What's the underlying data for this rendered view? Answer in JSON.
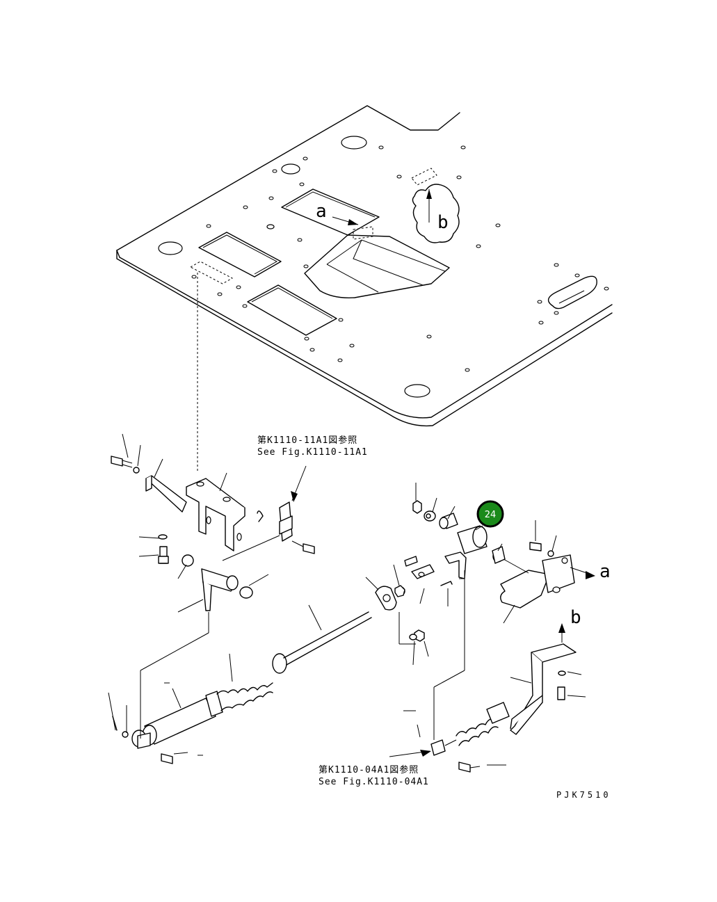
{
  "view_labels": {
    "a_top": "a",
    "b_top": "b",
    "a_right": "a",
    "b_right": "b"
  },
  "references": [
    {
      "jp": "第K1110-11A1図参照",
      "en": "See Fig.K1110-11A1"
    },
    {
      "jp": "第K1110-04A1図参照",
      "en": "See Fig.K1110-04A1"
    }
  ],
  "highlight_badge": {
    "label": "24",
    "color": "#1a8a1a"
  },
  "drawing_code": "PJK7510"
}
